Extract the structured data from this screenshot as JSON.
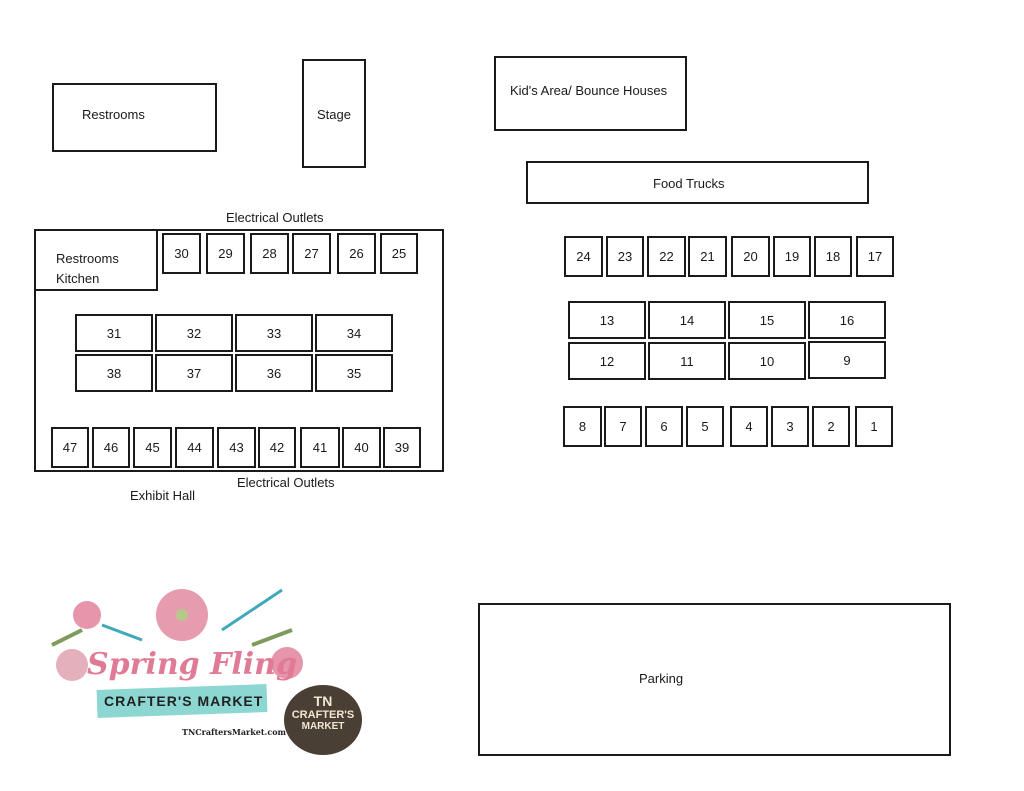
{
  "areas": {
    "restrooms": "Restrooms",
    "stage": "Stage",
    "kids_area": "Kid's Area/ Bounce Houses",
    "food_trucks": "Food Trucks",
    "restrooms_kitchen_1": "Restrooms",
    "restrooms_kitchen_2": "Kitchen",
    "parking": "Parking",
    "exhibit_hall": "Exhibit Hall",
    "electrical_top": "Electrical Outlets",
    "electrical_bottom": "Electrical Outlets"
  },
  "booths": {
    "b1": "1",
    "b2": "2",
    "b3": "3",
    "b4": "4",
    "b5": "5",
    "b6": "6",
    "b7": "7",
    "b8": "8",
    "b9": "9",
    "b10": "10",
    "b11": "11",
    "b12": "12",
    "b13": "13",
    "b14": "14",
    "b15": "15",
    "b16": "16",
    "b17": "17",
    "b18": "18",
    "b19": "19",
    "b20": "20",
    "b21": "21",
    "b22": "22",
    "b23": "23",
    "b24": "24",
    "b25": "25",
    "b26": "26",
    "b27": "27",
    "b28": "28",
    "b29": "29",
    "b30": "30",
    "b31": "31",
    "b32": "32",
    "b33": "33",
    "b34": "34",
    "b35": "35",
    "b36": "36",
    "b37": "37",
    "b38": "38",
    "b39": "39",
    "b40": "40",
    "b41": "41",
    "b42": "42",
    "b43": "43",
    "b44": "44",
    "b45": "45",
    "b46": "46",
    "b47": "47"
  },
  "logo": {
    "title": "Spring Fling",
    "subtitle": "CRAFTER'S MARKET",
    "url": "TNCraftersMarket.com",
    "badge_line1": "TN",
    "badge_line2": "CRAFTER'S",
    "badge_line3": "MARKET"
  },
  "colors": {
    "pink": "#e07a95",
    "teal": "#7fd3cc",
    "badge": "#4a3f35"
  }
}
